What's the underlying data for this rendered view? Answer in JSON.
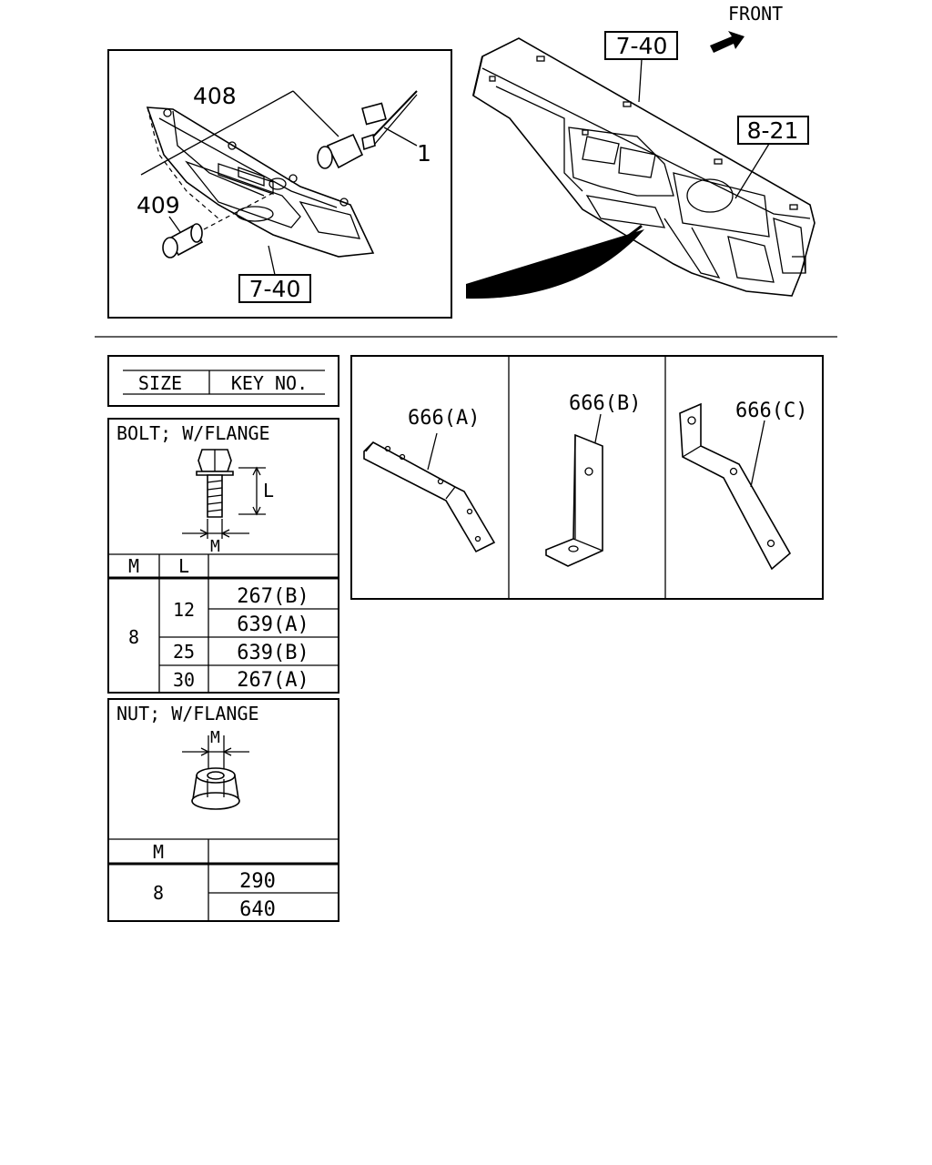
{
  "top_left_figure": {
    "callouts": [
      "408",
      "1",
      "409"
    ],
    "ref_box": "7-40"
  },
  "top_right_figure": {
    "front_label": "FRONT",
    "ref_boxes": [
      "7-40",
      "8-21"
    ]
  },
  "size_header": {
    "size_label": "SIZE",
    "key_no_label": "KEY NO."
  },
  "bolt_table": {
    "title": "BOLT; W/FLANGE",
    "dim_l": "L",
    "dim_m": "M",
    "col_m": "M",
    "col_l": "L",
    "m_value": "8",
    "rows": [
      {
        "l": "12",
        "key": "267(B)"
      },
      {
        "l": "",
        "key": "639(A)"
      },
      {
        "l": "25",
        "key": "639(B)"
      },
      {
        "l": "30",
        "key": "267(A)"
      }
    ]
  },
  "nut_table": {
    "title": "NUT; W/FLANGE",
    "dim_m": "M",
    "col_m": "M",
    "m_value": "8",
    "keys": [
      "290",
      "640"
    ]
  },
  "brackets": [
    {
      "label": "666(A)"
    },
    {
      "label": "666(B)"
    },
    {
      "label": "666(C)"
    }
  ]
}
